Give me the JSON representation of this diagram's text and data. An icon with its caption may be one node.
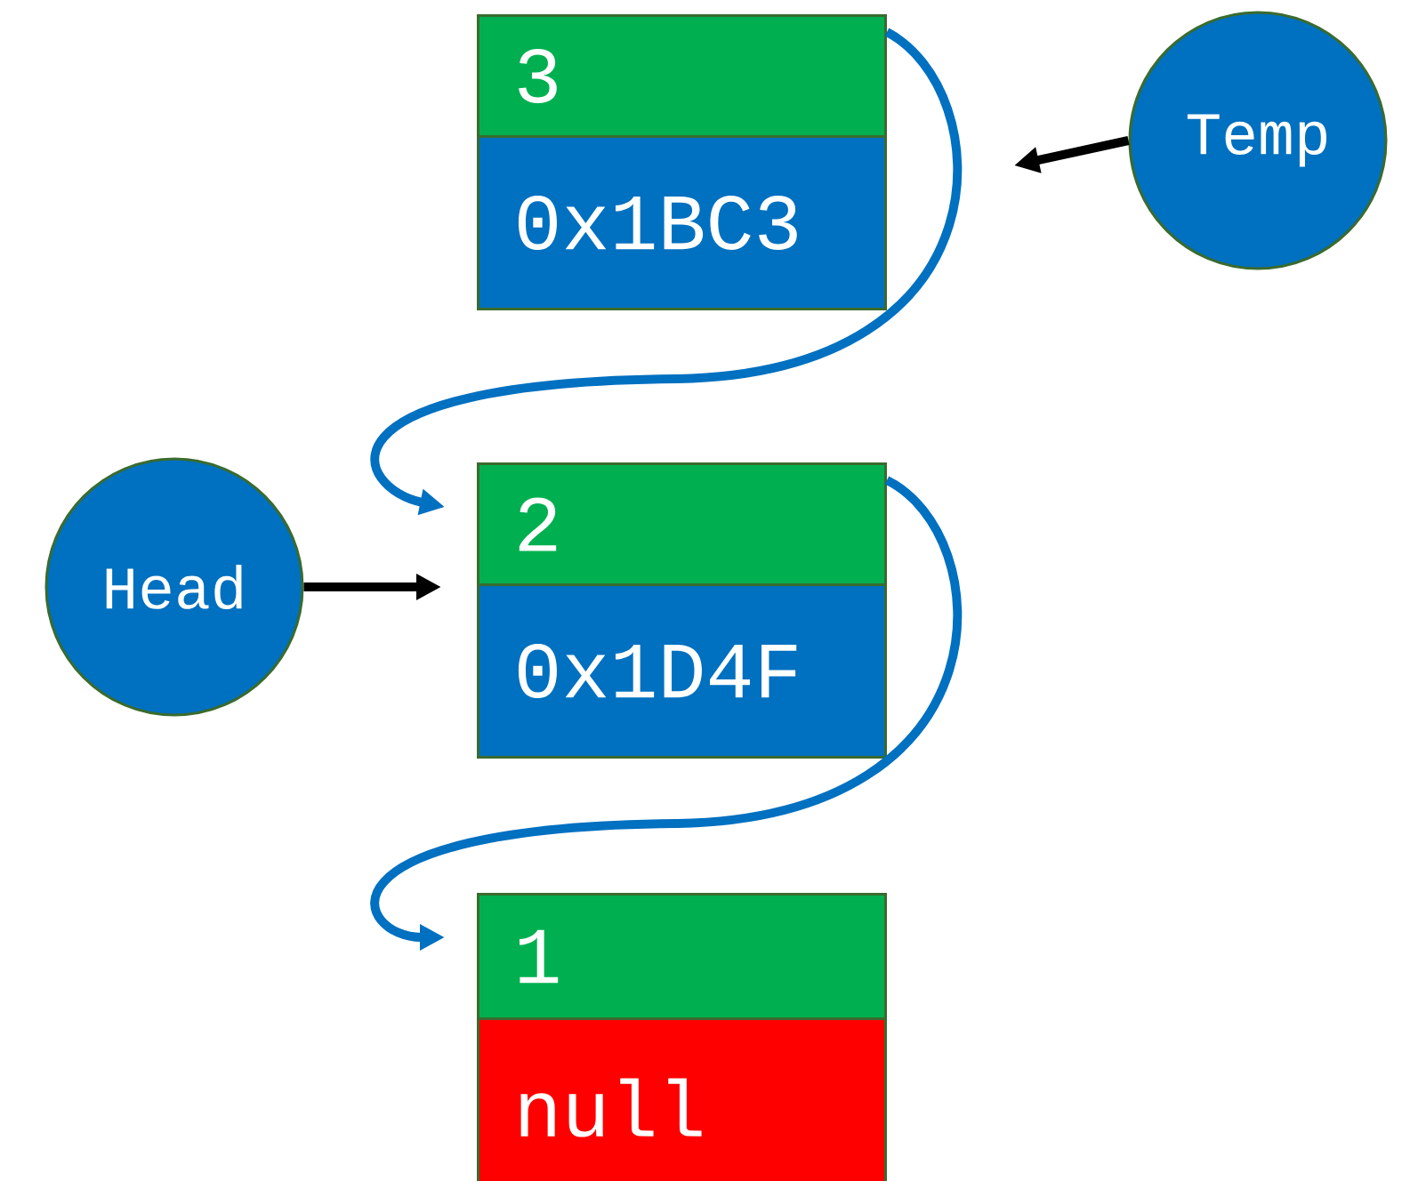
{
  "diagram": {
    "nodes": [
      {
        "text": [
          "3"
        ]
      },
      {
        "text": [
          "0x1BC3"
        ]
      },
      {
        "text": [
          "Temp"
        ]
      },
      {
        "text": [
          "Head"
        ]
      },
      {
        "text": [
          "2"
        ]
      },
      {
        "text": [
          "0x1D4F"
        ]
      },
      {
        "text": [
          "1"
        ]
      },
      {
        "text": [
          "null"
        ]
      }
    ],
    "edges": [
      {
        "from": 0,
        "to": 4,
        "arrow": "to",
        "color": "#0070c0"
      },
      {
        "from": 2,
        "to": null,
        "arrow": "to",
        "color": "#000000"
      },
      {
        "from": 3,
        "to": 4,
        "arrow": "to",
        "color": "#000000"
      },
      {
        "from": 4,
        "to": 6,
        "arrow": "to",
        "color": "#0070c0"
      }
    ]
  }
}
